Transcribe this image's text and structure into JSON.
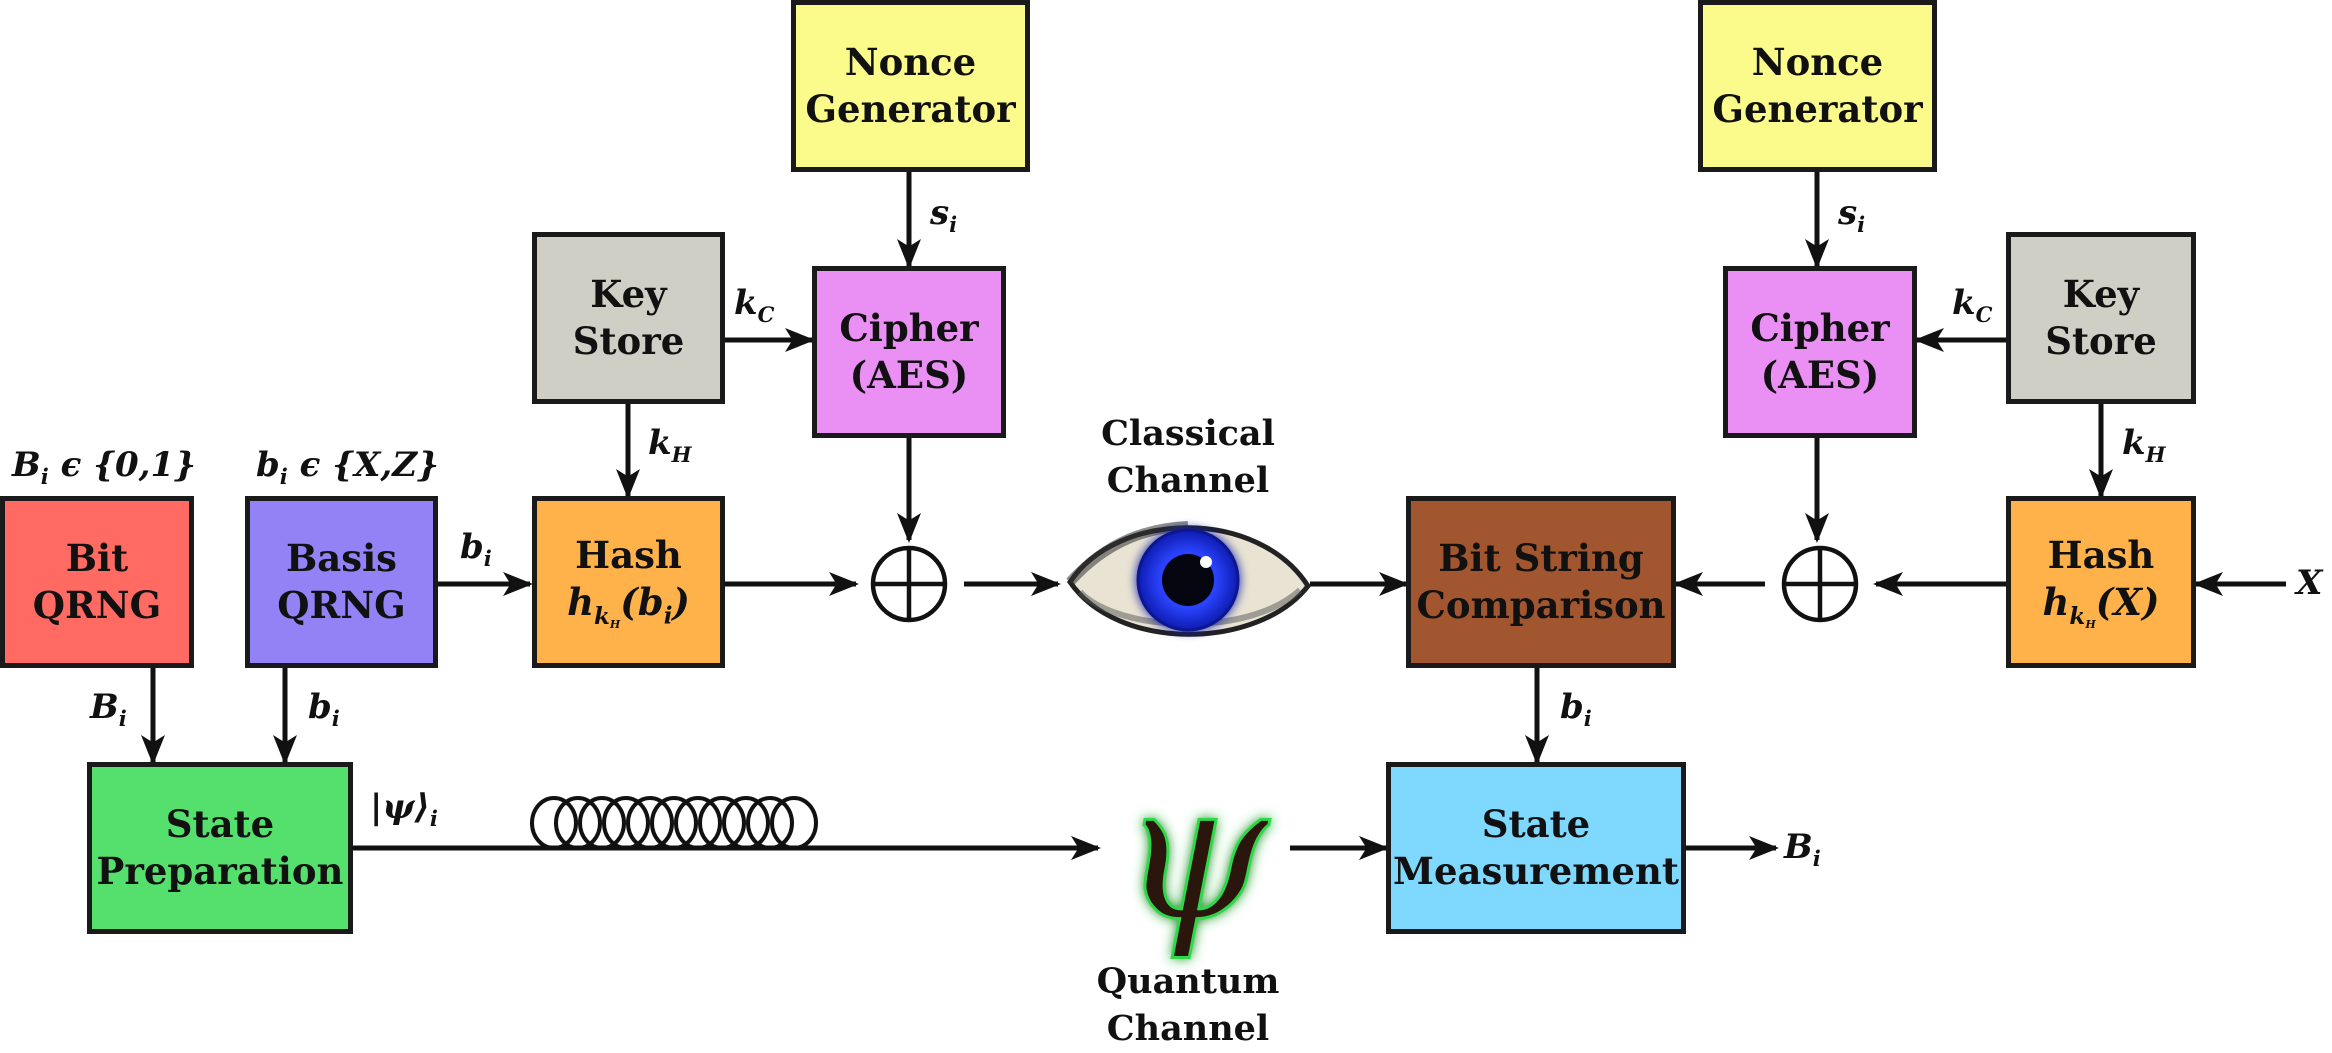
{
  "colors": {
    "nonce": "#fbfb8c",
    "cipher": "#ea8ff4",
    "key_store": "#cfcfc5",
    "hash": "#ffb24a",
    "bit_qrng": "#ff6a63",
    "basis_qrng": "#9282f5",
    "state_prep": "#55e06e",
    "state_meas": "#7fd9ff",
    "bit_string": "#a15630",
    "eye_iris": "#1c33e6",
    "psi": "#2a1410",
    "psi_glow": "#2fd84a"
  },
  "alice": {
    "nonce": [
      "Nonce",
      "Generator"
    ],
    "cipher": [
      "Cipher",
      "(AES)"
    ],
    "key_store": [
      "Key",
      "Store"
    ],
    "hash_title": "Hash",
    "hash_fn_h": "h",
    "hash_fn_sub": "k",
    "hash_fn_subsub": "H",
    "hash_fn_arg": "(b",
    "hash_fn_arg_sub": "i",
    "hash_fn_close": ")",
    "bit_qrng": [
      "Bit",
      "QRNG"
    ],
    "basis_qrng": [
      "Basis",
      "QRNG"
    ],
    "state_prep": [
      "State",
      "Preparation"
    ]
  },
  "bob": {
    "nonce": [
      "Nonce",
      "Generator"
    ],
    "cipher": [
      "Cipher",
      "(AES)"
    ],
    "key_store": [
      "Key",
      "Store"
    ],
    "hash_title": "Hash",
    "hash_fn_h": "h",
    "hash_fn_sub": "k",
    "hash_fn_subsub": "H",
    "hash_fn_arg": "(X)",
    "bit_string": [
      "Bit String",
      "Comparison"
    ],
    "state_meas": [
      "State",
      "Measurement"
    ]
  },
  "channels": {
    "classical": [
      "Classical",
      "Channel"
    ],
    "quantum": [
      "Quantum",
      "Channel"
    ],
    "psi_symbol": "ψ",
    "xor_symbol": "⊕"
  },
  "labels": {
    "s": "s",
    "s_sub": "i",
    "kc": "k",
    "kc_sub": "C",
    "kh": "k",
    "kh_sub": "H",
    "b": "b",
    "b_sub": "i",
    "B": "B",
    "B_sub": "i",
    "X": "X",
    "B_set_main": "B",
    "B_set_sub": "i",
    "B_set_rest": " ϵ {0,1}",
    "b_set_main": "b",
    "b_set_sub": "i",
    "b_set_rest": " ϵ {X,Z}",
    "ket": "|ψ⟩",
    "ket_sub": "i"
  }
}
